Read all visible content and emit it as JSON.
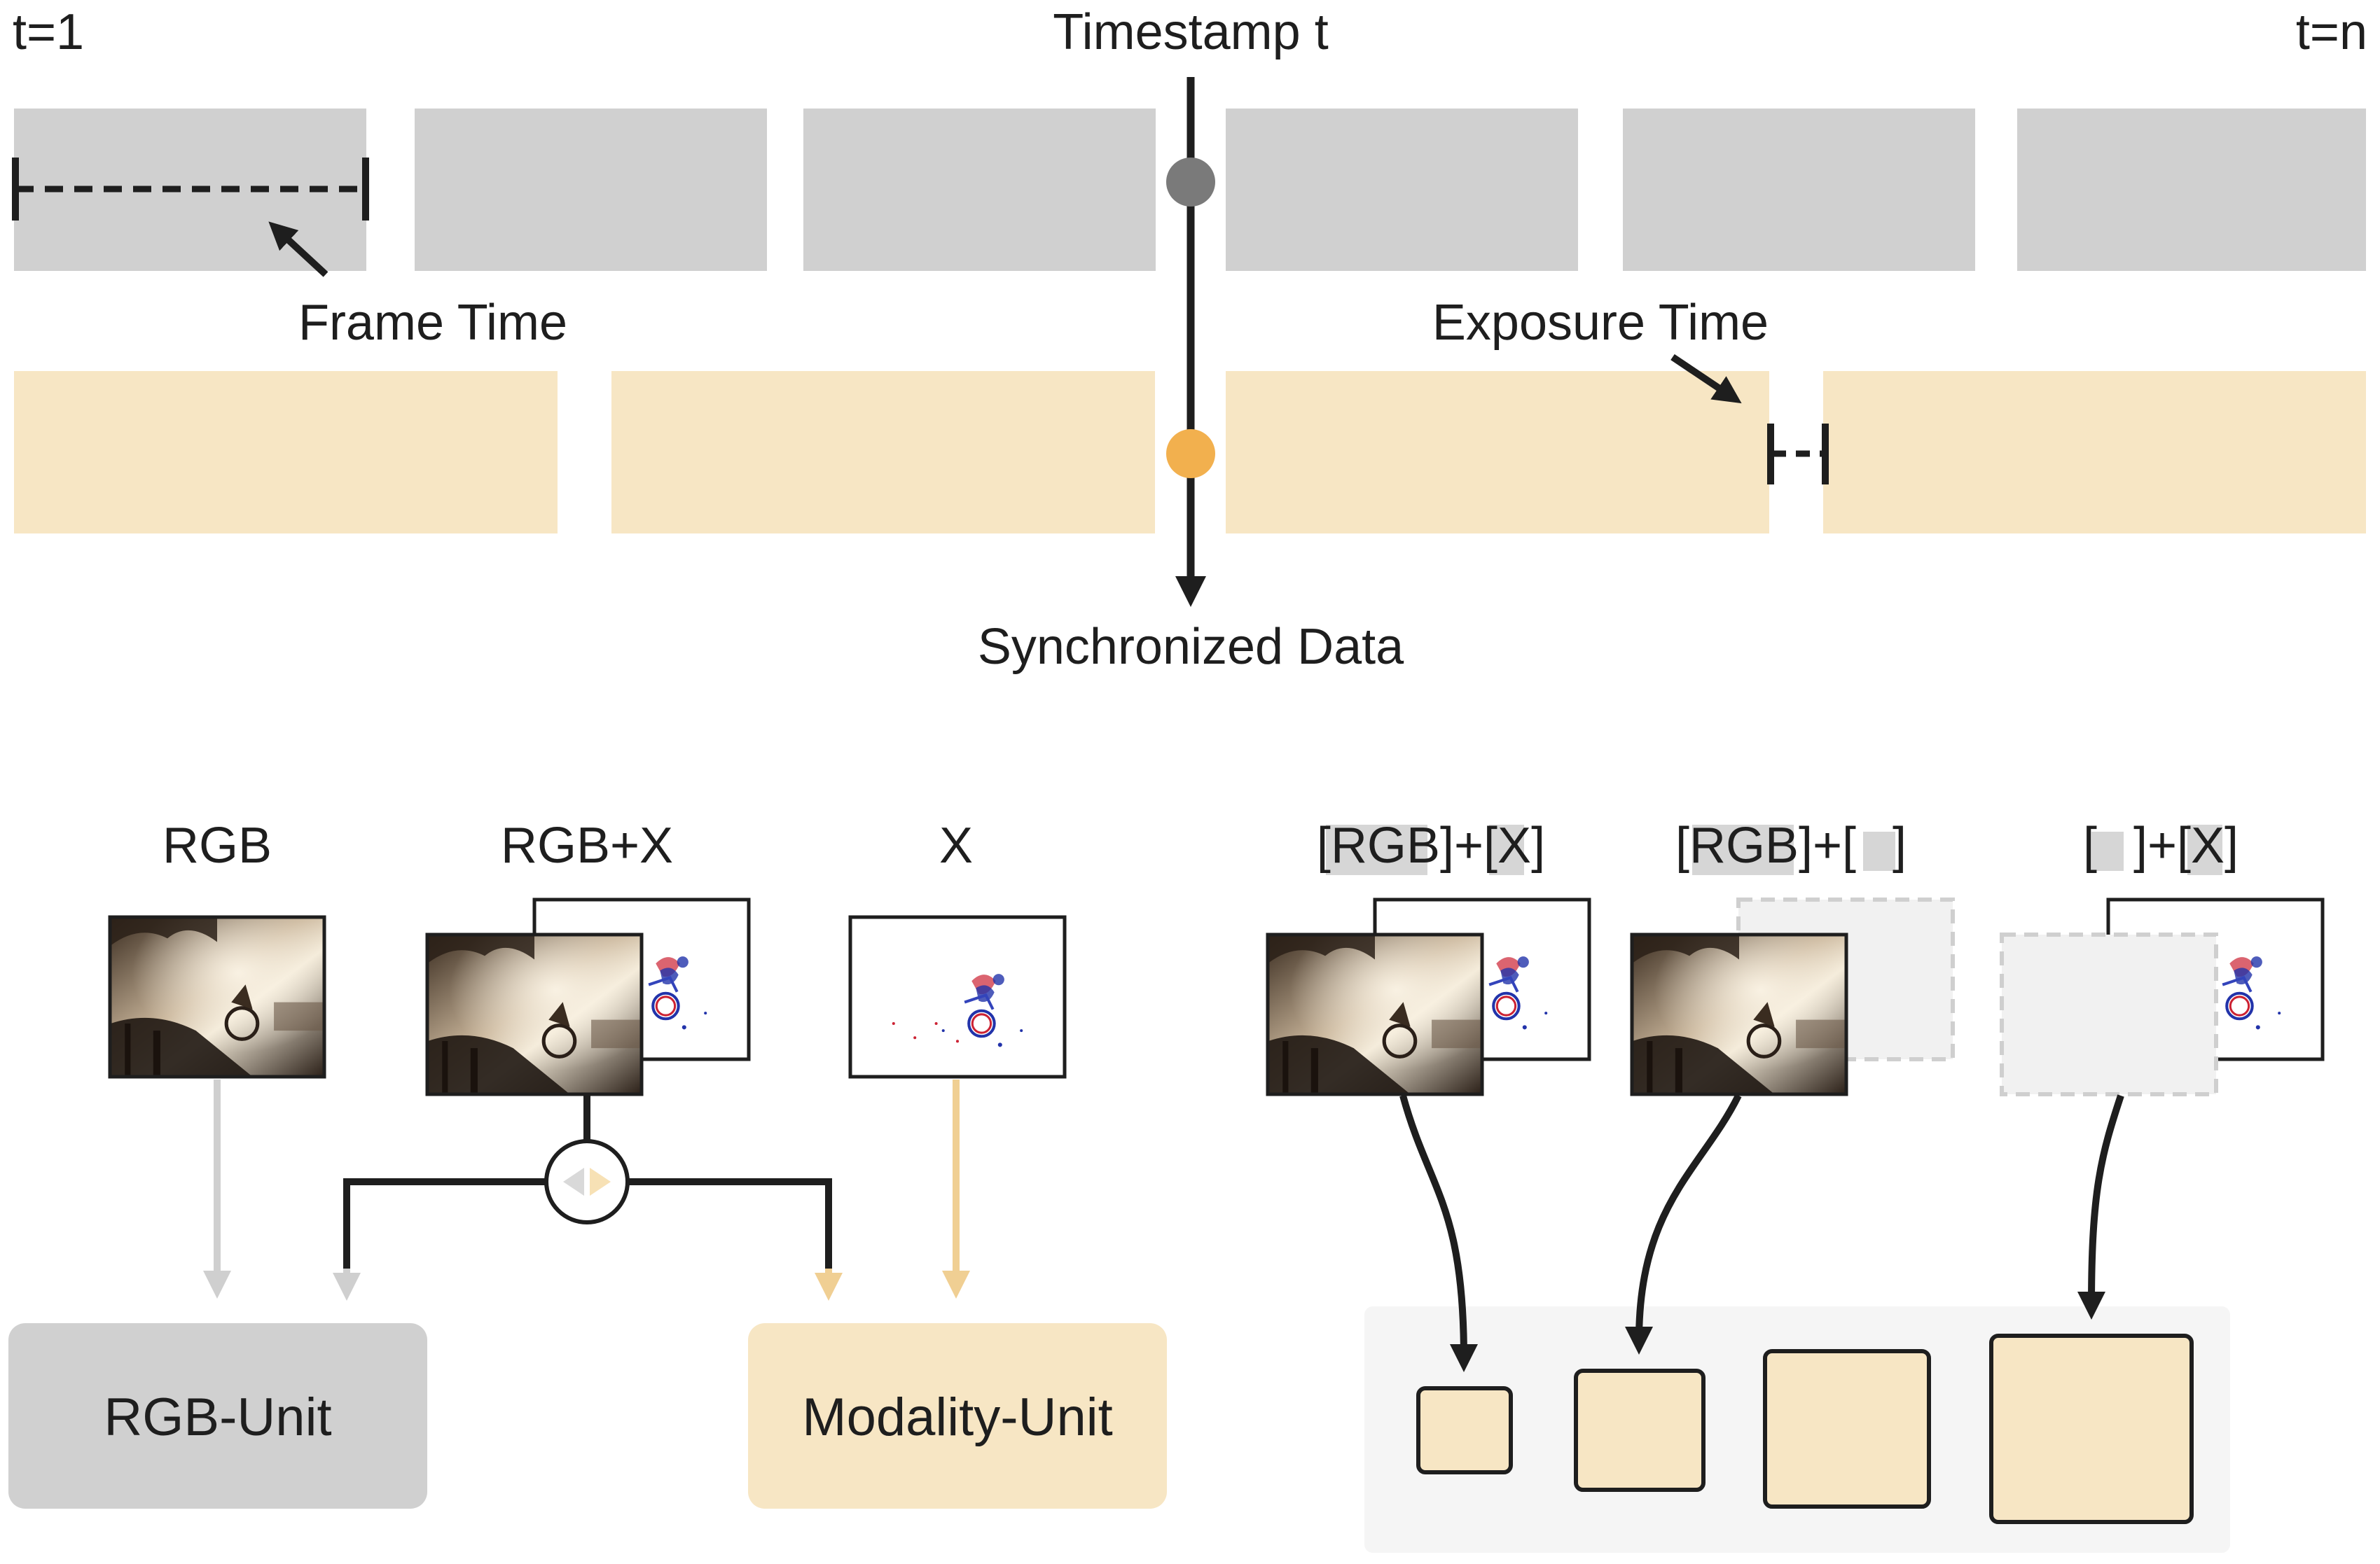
{
  "timeline": {
    "start_label": "t=1",
    "end_label": "t=n",
    "timestamp_label": "Timestamp t",
    "frame_time_label": "Frame Time",
    "exposure_time_label": "Exposure Time",
    "sync_label": "Synchronized Data",
    "rgb_color": "#d0d0d0",
    "event_color": "#f7e6c4",
    "rgb_marker_color": "#7a7a7a",
    "event_marker_color": "#f2b04e"
  },
  "inputs": {
    "rgb_label": "RGB",
    "rgbx_label": "RGB+X",
    "x_label": "X"
  },
  "units": {
    "rgb_unit_label": "RGB-Unit",
    "modality_unit_label": "Modality-Unit",
    "rgb_unit_color": "#d0d0d0",
    "modality_unit_color": "#f7e6c4"
  },
  "combos": {
    "combo1": {
      "open": "[",
      "a": "RGB",
      "mid": "]+[",
      "b": "X",
      "close": "]"
    },
    "combo2": {
      "open": "[",
      "a": "RGB",
      "mid": "]+[",
      "close": "]"
    },
    "combo3": {
      "open": "[",
      "mid": "]+[",
      "b": "X",
      "close": "]"
    }
  }
}
